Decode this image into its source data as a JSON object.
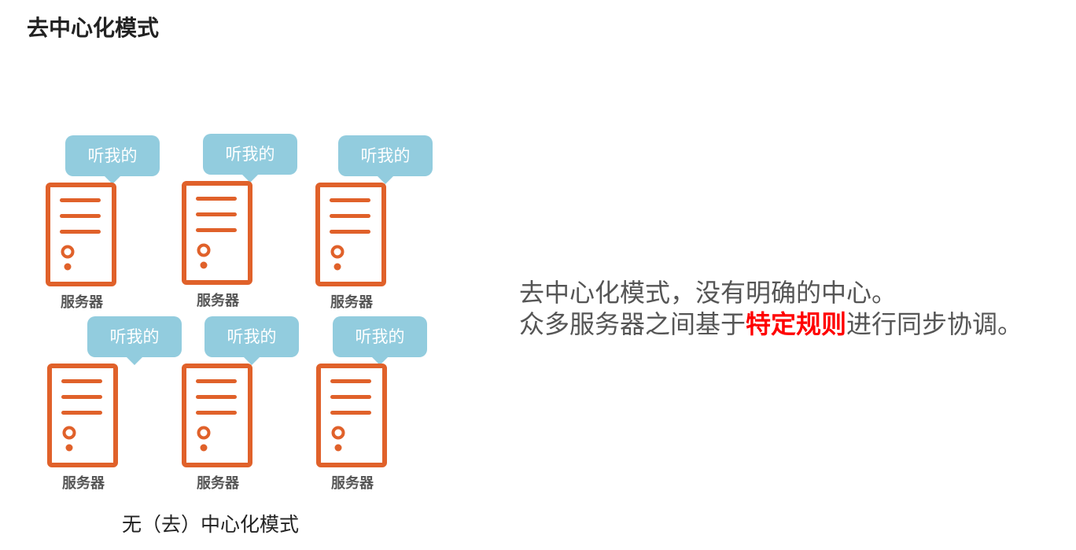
{
  "page_title": "去中心化模式",
  "bubble_text": "听我的",
  "server_label": "服务器",
  "caption": "无（去）中心化模式",
  "description": {
    "line1": "去中心化模式，没有明确的中心。",
    "line2_pre": "众多服务器之间基于",
    "line2_highlight": "特定规则",
    "line2_post": "进行同步协调。"
  },
  "colors": {
    "server_orange": "#e0612a",
    "bubble_blue": "#92ccde",
    "highlight_red": "#ff0000"
  },
  "nodes": [
    {
      "id": "server-1"
    },
    {
      "id": "server-2"
    },
    {
      "id": "server-3"
    },
    {
      "id": "server-4"
    },
    {
      "id": "server-5"
    },
    {
      "id": "server-6"
    }
  ]
}
